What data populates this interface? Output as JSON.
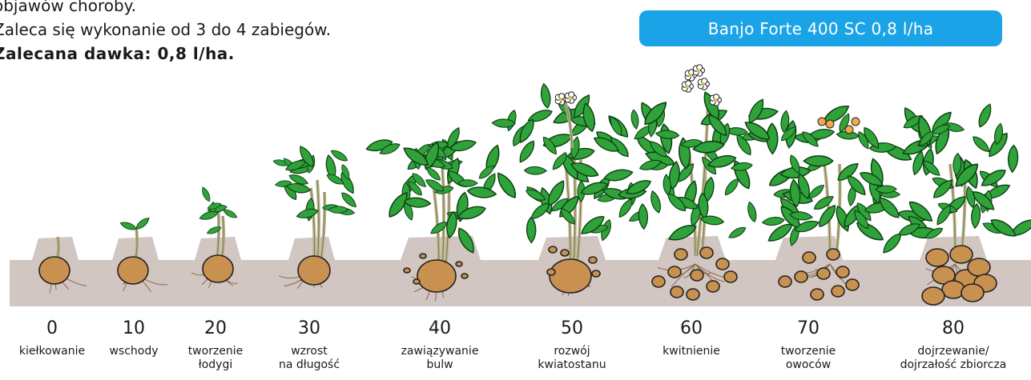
{
  "intro": {
    "line1": "objawów choroby.",
    "line2": "Zaleca się wykonanie od 3 do 4 zabiegów.",
    "line3": "Zalecana dawka: 0,8 l/ha."
  },
  "badge": {
    "label": "Banjo Forte 400 SC 0,8 l/ha"
  },
  "colors": {
    "badge": "#1aa3e6",
    "soil": "#d2c6c2",
    "leaf": "#2fa23a",
    "tuber": "#c99150"
  },
  "stages": [
    {
      "code": "0",
      "label_1": "kiełkowanie",
      "label_2": ""
    },
    {
      "code": "10",
      "label_1": "wschody",
      "label_2": ""
    },
    {
      "code": "20",
      "label_1": "tworzenie",
      "label_2": "łodygi"
    },
    {
      "code": "30",
      "label_1": "wzrost",
      "label_2": "na długość"
    },
    {
      "code": "40",
      "label_1": "zawiązywanie",
      "label_2": "bulw"
    },
    {
      "code": "50",
      "label_1": "rozwój",
      "label_2": "kwiatostanu"
    },
    {
      "code": "60",
      "label_1": "kwitnienie",
      "label_2": ""
    },
    {
      "code": "70",
      "label_1": "tworzenie",
      "label_2": "owoców"
    },
    {
      "code": "80",
      "label_1": "dojrzewanie/",
      "label_2": "dojrzałość zbiorcza"
    }
  ]
}
